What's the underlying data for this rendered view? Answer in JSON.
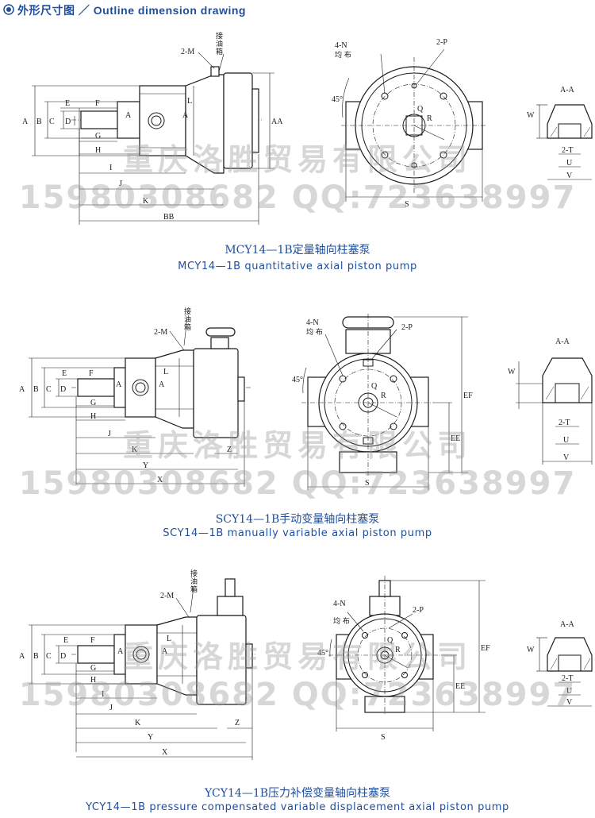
{
  "header": {
    "title": "外形尺寸图 ／ Outline dimension drawing"
  },
  "watermark": {
    "company": "重庆洛胜贸易有限公司",
    "contact": "15980308682 QQ:723638997"
  },
  "labels": {
    "M": "2-M",
    "P": "2-P",
    "N": "4-N",
    "even": "均 布",
    "tank1": "接",
    "tank2": "油",
    "tank3": "箱",
    "angle": "45°",
    "AA_section": "A-A",
    "T": "2-T",
    "A": "A",
    "B": "B",
    "C": "C",
    "D": "D",
    "E": "E",
    "F": "F",
    "G": "G",
    "H": "H",
    "I": "I",
    "J": "J",
    "K": "K",
    "L": "L",
    "BB": "BB",
    "AA": "AA",
    "S": "S",
    "Q": "Q",
    "R": "R",
    "W": "W",
    "U": "U",
    "V": "V",
    "X": "X",
    "Y": "Y",
    "Z": "Z",
    "EE": "EE",
    "EF": "EF"
  },
  "pumps": [
    {
      "cn": "MCY14—1B定量轴向柱塞泵",
      "en": "MCY14—1B  quantitative  axial  piston  pump"
    },
    {
      "cn": "SCY14—1B手动变量轴向柱塞泵",
      "en": "SCY14—1B  manually  variable  axial  piston  pump"
    },
    {
      "cn": "YCY14—1B压力补偿变量轴向柱塞泵",
      "en": "YCY14—1B  pressure  compensated  variable  displacement  axial  piston  pump"
    }
  ]
}
